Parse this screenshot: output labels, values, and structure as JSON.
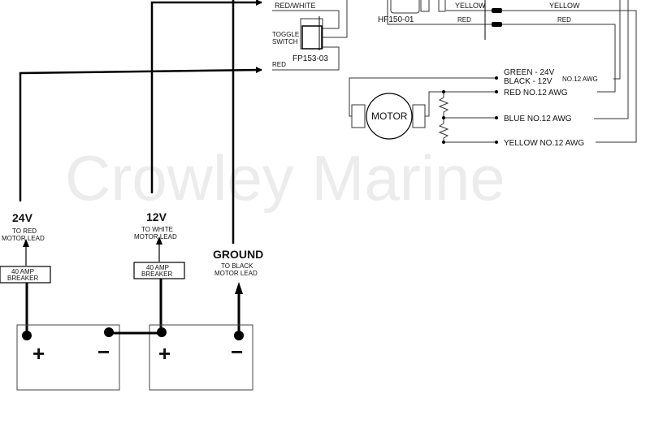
{
  "watermark": "Crowley Marine",
  "toggle_switch": {
    "label_line1": "TOGGLE",
    "label_line2": "SWITCH",
    "part": "FP153-03",
    "wire_top": "RED/WHITE",
    "wire_bottom": "RED"
  },
  "connector": {
    "part": "HF150-01",
    "wires": [
      "YELLOW",
      "YELLOW",
      "RED",
      "RED"
    ]
  },
  "motor": {
    "label": "MOTOR",
    "leads": [
      {
        "line1": "GREEN - 24V",
        "line2": "BLACK - 12V",
        "gauge": "NO.12  AWG"
      },
      {
        "line1": "RED  NO.12  AWG"
      },
      {
        "line1": "BLUE  NO.12  AWG"
      },
      {
        "line1": "YELLOW  NO.12  AWG"
      }
    ]
  },
  "supply": {
    "v24": {
      "title": "24V",
      "line1": "TO RED",
      "line2": "MOTOR LEAD"
    },
    "v12": {
      "title": "12V",
      "line1": "TO WHITE",
      "line2": "MOTOR LEAD"
    },
    "ground": {
      "title": "GROUND",
      "line1": "TO BLACK",
      "line2": "MOTOR LEAD"
    }
  },
  "breakers": [
    {
      "line1": "40 AMP",
      "line2": "BREAKER"
    },
    {
      "line1": "40 AMP",
      "line2": "BREAKER"
    }
  ],
  "batteries": [
    {
      "plus": "+",
      "minus": "−"
    },
    {
      "plus": "+",
      "minus": "−"
    }
  ]
}
